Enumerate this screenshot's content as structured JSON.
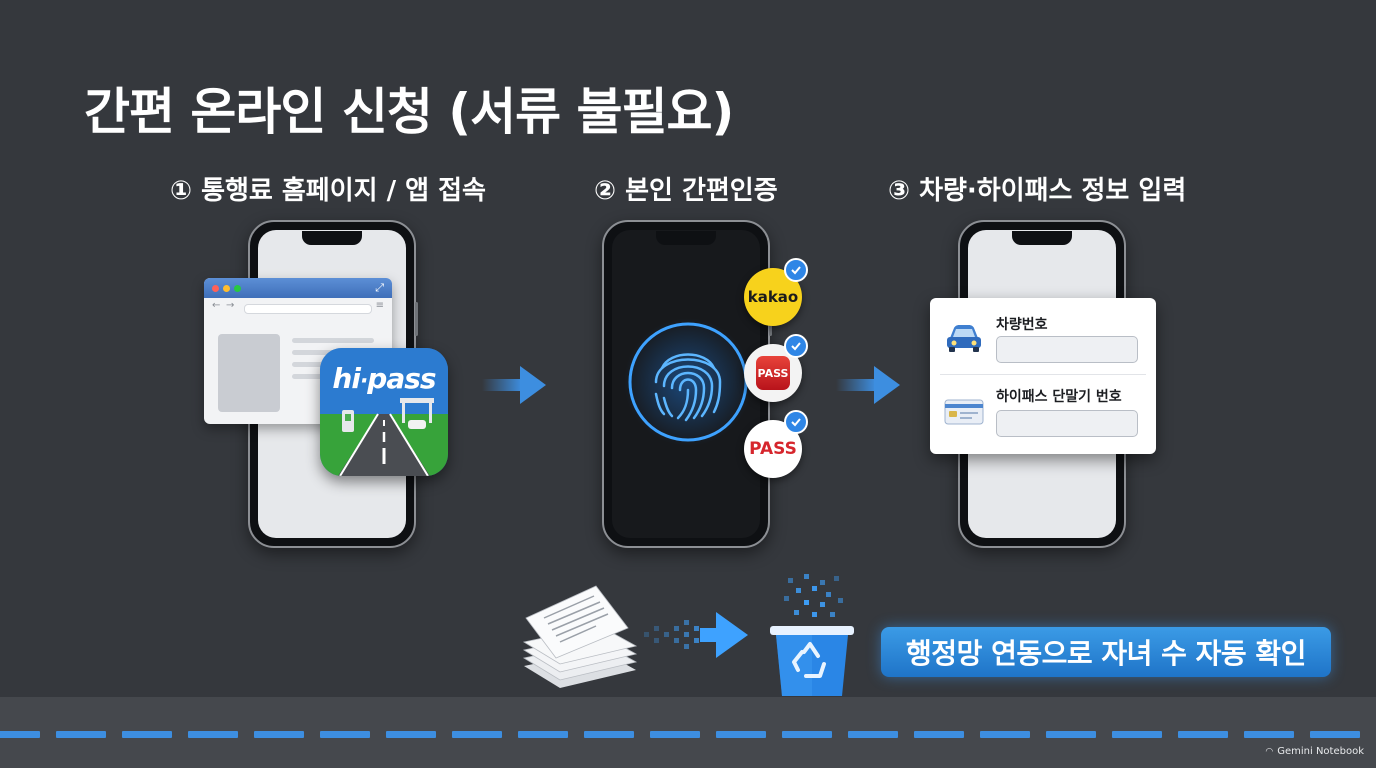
{
  "title": "간편 온라인 신청 (서류 불필요)",
  "steps": [
    {
      "label": "① 통행료 홈페이지 / 앱 접속"
    },
    {
      "label": "② 본인 간편인증"
    },
    {
      "label": "③ 차량·하이패스 정보 입력"
    }
  ],
  "app_icon": {
    "brand": "hi-pass",
    "brand_prefix": "hi",
    "brand_suffix": "pass"
  },
  "auth_providers": [
    {
      "name": "kakao",
      "label": "kakao",
      "color": "#f7d21c",
      "text_color": "#1c1c1c"
    },
    {
      "name": "pass-red",
      "label": "PASS",
      "color": "#e8e8e8",
      "text_color": "#ffffff"
    },
    {
      "name": "pass-white",
      "label": "PASS",
      "color": "#ffffff",
      "text_color": "#d6262d"
    }
  ],
  "form": {
    "vehicle_number_label": "차량번호",
    "hipass_device_label": "하이패스 단말기 번호"
  },
  "banner": {
    "text": "행정망 연동으로 자녀 수 자동 확인"
  },
  "watermark": {
    "text": "Gemini Notebook"
  },
  "colors": {
    "background": "#35383d",
    "accent_blue": "#2f86e6",
    "road": "#45484d",
    "road_dash": "#3d8ee0"
  }
}
